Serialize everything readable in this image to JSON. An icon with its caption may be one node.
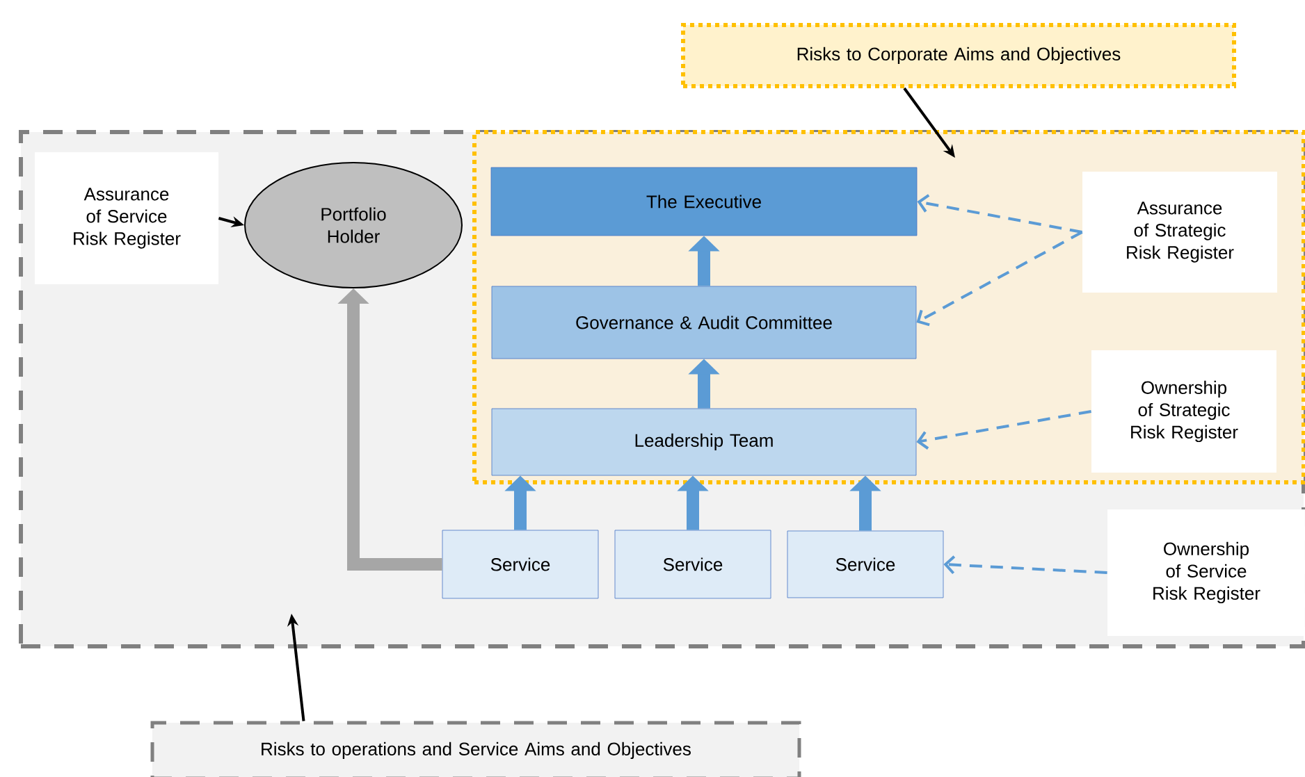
{
  "diagram": {
    "nodes": [
      {
        "text": [],
        "shape": "box"
      },
      {
        "text": [],
        "shape": "box",
        "in": 0
      },
      {
        "text": [
          "Risks to Corporate Aims and Objectives"
        ]
      },
      {
        "text": [
          "Assurance of Service Risk Register"
        ],
        "in": 0
      },
      {
        "text": [
          "Portfolio Holder"
        ],
        "in": 0
      },
      {
        "text": [
          "The Executive"
        ],
        "in": 1
      },
      {
        "text": [
          "Governance & Audit Committee"
        ],
        "in": 1
      },
      {
        "text": [
          "Leadership Team"
        ],
        "in": 1
      },
      {
        "text": [
          "Assurance of Strategic Risk Register"
        ],
        "in": 1
      },
      {
        "text": [
          "Ownership of Strategic Risk Register"
        ],
        "in": 1
      },
      {
        "text": [
          "Service"
        ],
        "in": 0
      },
      {
        "text": [
          "Service"
        ],
        "in": 0
      },
      {
        "text": [
          "Service"
        ],
        "in": 0
      },
      {
        "text": [
          "Ownership of Service Risk Register"
        ],
        "in": 0
      },
      {
        "text": [
          "Risks to operations and Service Aims and Objectives"
        ]
      }
    ],
    "edges": [
      {
        "from": 2,
        "to": 1,
        "arrow": "to",
        "color": "#000000"
      },
      {
        "from": 14,
        "to": 0,
        "arrow": "to",
        "color": "#000000"
      },
      {
        "from": 3,
        "to": 4,
        "arrow": "to",
        "color": "#000000"
      },
      {
        "from": 10,
        "to": 4,
        "arrow": "to",
        "style": "thick",
        "color": "#a6a6a6"
      },
      {
        "from": 6,
        "to": 5,
        "arrow": "to",
        "style": "thick",
        "color": "#5b9bd5"
      },
      {
        "from": 7,
        "to": 6,
        "arrow": "to",
        "style": "thick",
        "color": "#5b9bd5"
      },
      {
        "from": 10,
        "to": 7,
        "arrow": "to",
        "style": "thick",
        "color": "#5b9bd5"
      },
      {
        "from": 11,
        "to": 7,
        "arrow": "to",
        "style": "thick",
        "color": "#5b9bd5"
      },
      {
        "from": 12,
        "to": 7,
        "arrow": "to",
        "style": "thick",
        "color": "#5b9bd5"
      },
      {
        "from": 8,
        "to": 5,
        "arrow": "to",
        "style": "dashed",
        "color": "#5b9bd5"
      },
      {
        "from": 8,
        "to": 6,
        "arrow": "to",
        "style": "dashed",
        "color": "#5b9bd5"
      },
      {
        "from": 9,
        "to": 7,
        "arrow": "to",
        "style": "dashed",
        "color": "#5b9bd5"
      },
      {
        "from": 13,
        "to": 12,
        "arrow": "to",
        "style": "dashed",
        "color": "#5b9bd5"
      }
    ]
  }
}
